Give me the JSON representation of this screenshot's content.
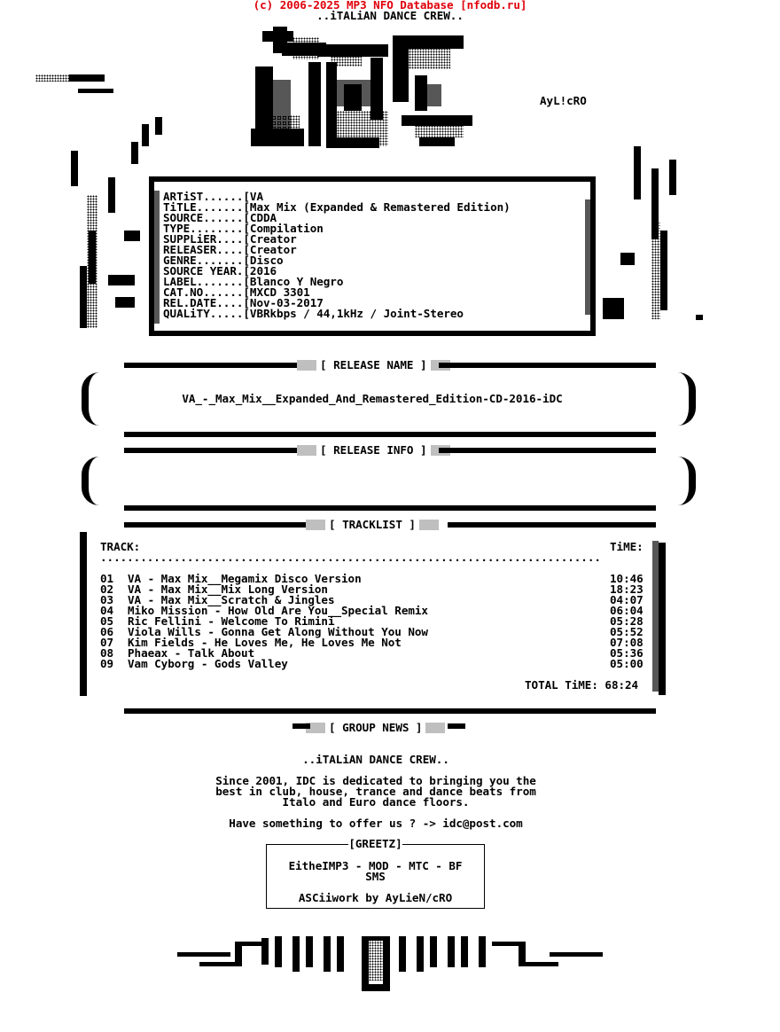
{
  "header": {
    "copyright": "(c) 2006-2025 MP3 NFO Database [nfodb.ru]",
    "group_tagline": "..iTALiAN DANCE CREW..",
    "logo_text": "iDC",
    "artist_signature": "AyL!cRO"
  },
  "info": {
    "fields": [
      {
        "key": "ARTiST......[",
        "value": "VA"
      },
      {
        "key": "TiTLE.......[",
        "value": "Max Mix (Expanded & Remastered Edition)"
      },
      {
        "key": "SOURCE......[",
        "value": "CDDA"
      },
      {
        "key": "TYPE........[",
        "value": "Compilation"
      },
      {
        "key": "SUPPLiER....[",
        "value": "Creator"
      },
      {
        "key": "RELEASER....[",
        "value": "Creator"
      },
      {
        "key": "GENRE.......[",
        "value": "Disco"
      },
      {
        "key": "SOURCE YEAR.[",
        "value": "2016"
      },
      {
        "key": "LABEL.......[",
        "value": "Blanco Y Negro"
      },
      {
        "key": "CAT.NO......[",
        "value": "MXCD 3301"
      },
      {
        "key": "REL.DATE....[",
        "value": "Nov-03-2017"
      },
      {
        "key": "QUALiTY.....[",
        "value": "VBRkbps / 44,1kHz / Joint-Stereo"
      }
    ]
  },
  "release_name": {
    "header": "[ RELEASE NAME ]",
    "value": "VA_-_Max_Mix__Expanded_And_Remastered_Edition-CD-2016-iDC"
  },
  "release_info": {
    "header": "[ RELEASE INFO ]"
  },
  "tracklist": {
    "header": "[ TRACKLIST ]",
    "col_track": "TRACK:",
    "col_time": "TiME:",
    "separator": "...........................................................................",
    "tracks": [
      {
        "num": "01",
        "title": "VA - Max Mix__Megamix Disco Version",
        "time": "10:46"
      },
      {
        "num": "02",
        "title": "VA - Max Mix__Mix Long Version",
        "time": "18:23"
      },
      {
        "num": "03",
        "title": "VA - Max Mix__Scratch & Jingles",
        "time": "04:07"
      },
      {
        "num": "04",
        "title": "Miko Mission - How Old Are You__Special Remix",
        "time": "06:04"
      },
      {
        "num": "05",
        "title": "Ric Fellini - Welcome To Rimini",
        "time": "05:28"
      },
      {
        "num": "06",
        "title": "Viola Wills - Gonna Get Along Without You Now",
        "time": "05:52"
      },
      {
        "num": "07",
        "title": "Kim Fields - He Loves Me, He Loves Me Not",
        "time": "07:08"
      },
      {
        "num": "08",
        "title": "Phaeax - Talk About",
        "time": "05:36"
      },
      {
        "num": "09",
        "title": "Vam Cyborg - Gods Valley",
        "time": "05:00"
      }
    ],
    "total_label": "TOTAL TiME:",
    "total_time": "68:24"
  },
  "group_news": {
    "header": "[ GROUP NEWS ]",
    "tagline": "..iTALiAN DANCE CREW..",
    "lines": [
      "Since 2001, IDC is dedicated to bringing you the",
      "best in club, house, trance and dance beats from",
      "Italo and Euro dance floors."
    ],
    "contact": "Have something to offer us ? -> idc@post.com"
  },
  "greetz": {
    "header": "[GREETZ]",
    "line1": "EitheIMP3 - MOD - MTC - BF",
    "line2": "SMS",
    "credit": "ASCiiwork by AyLieN/cRO"
  }
}
